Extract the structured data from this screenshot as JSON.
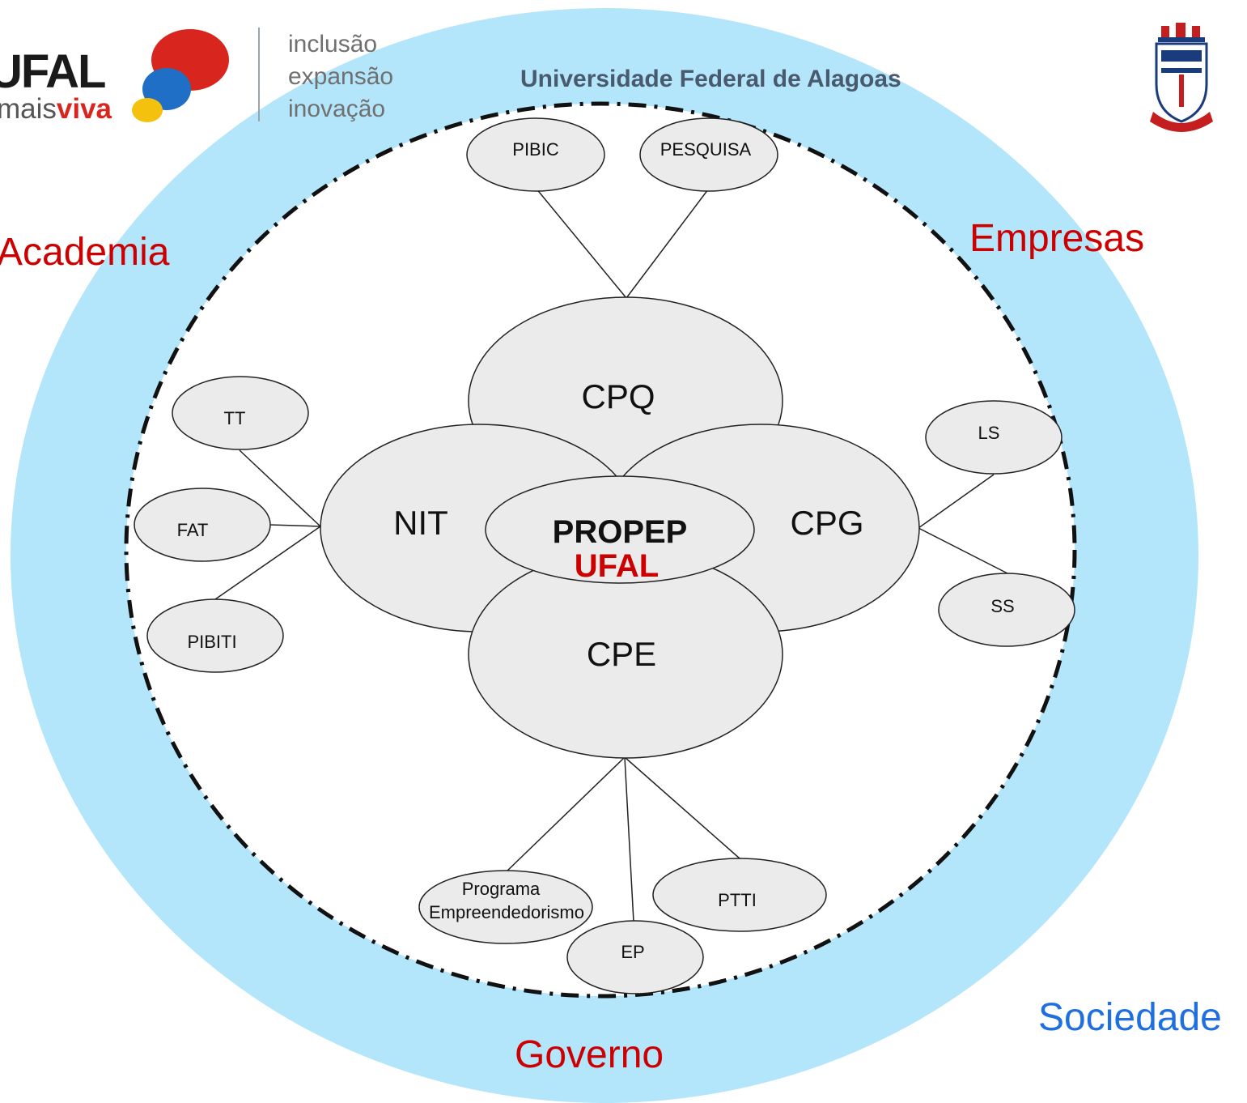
{
  "header": {
    "ufal_logo": {
      "wordmark": "UFAL",
      "tagline_prefix": "mais",
      "tagline_bold": "viva",
      "colors": {
        "red": "#d8261f",
        "blue": "#1f6fc6",
        "yellow": "#f4c10f",
        "text": "#1a1a1a"
      }
    },
    "motto_lines": [
      "inclusão",
      "expansão",
      "inovação"
    ],
    "university_name": "Universidade Federal de Alagoas",
    "crest": "ufal-coat-of-arms-icon"
  },
  "regions": {
    "academia": "Academia",
    "empresas": "Empresas",
    "governo": "Governo",
    "sociedade": "Sociedade"
  },
  "center": {
    "title": "PROPEP",
    "subtitle": "UFAL"
  },
  "coordinations": {
    "cpq": "CPQ",
    "nit": "NIT",
    "cpg": "CPG",
    "cpe": "CPE"
  },
  "programs": {
    "cpq": [
      "PIBIC",
      "PESQUISA"
    ],
    "nit": [
      "TT",
      "FAT",
      "PIBITI"
    ],
    "cpg": [
      "LS",
      "SS"
    ],
    "cpe": {
      "programa": [
        "Programa",
        "Empreendedorismo"
      ],
      "ep": "EP",
      "ptti": "PTTI"
    }
  },
  "colors": {
    "outer_ring": "#b3e5fb",
    "node_fill": "#ebebeb",
    "stroke": "#222222",
    "region_red": "#cc0000",
    "sociedade_blue": "#1f6fe0",
    "university_text": "#4a5a6e",
    "motto_text": "#707070",
    "divider": "#9aa4ad"
  }
}
